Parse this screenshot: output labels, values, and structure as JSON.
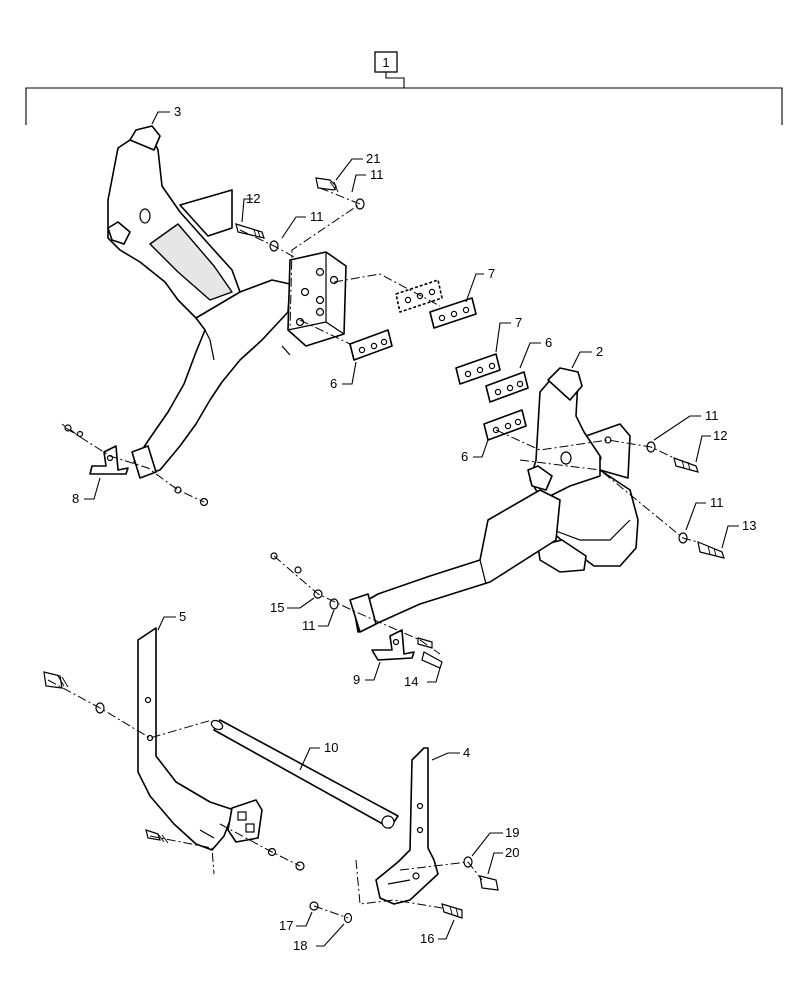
{
  "assembly": {
    "label": "1"
  },
  "callouts": {
    "c2": "2",
    "c3": "3",
    "c4": "4",
    "c5": "5",
    "c6a": "6",
    "c6b": "6",
    "c6c": "6",
    "c7a": "7",
    "c7b": "7",
    "c8": "8",
    "c9": "9",
    "c10": "10",
    "c11a": "11",
    "c11b": "11",
    "c11c": "11",
    "c11d": "11",
    "c11e": "11",
    "c12a": "12",
    "c12b": "12",
    "c13": "13",
    "c14": "14",
    "c15": "15",
    "c16": "16",
    "c17": "17",
    "c18": "18",
    "c19": "19",
    "c20": "20",
    "c21": "21"
  }
}
